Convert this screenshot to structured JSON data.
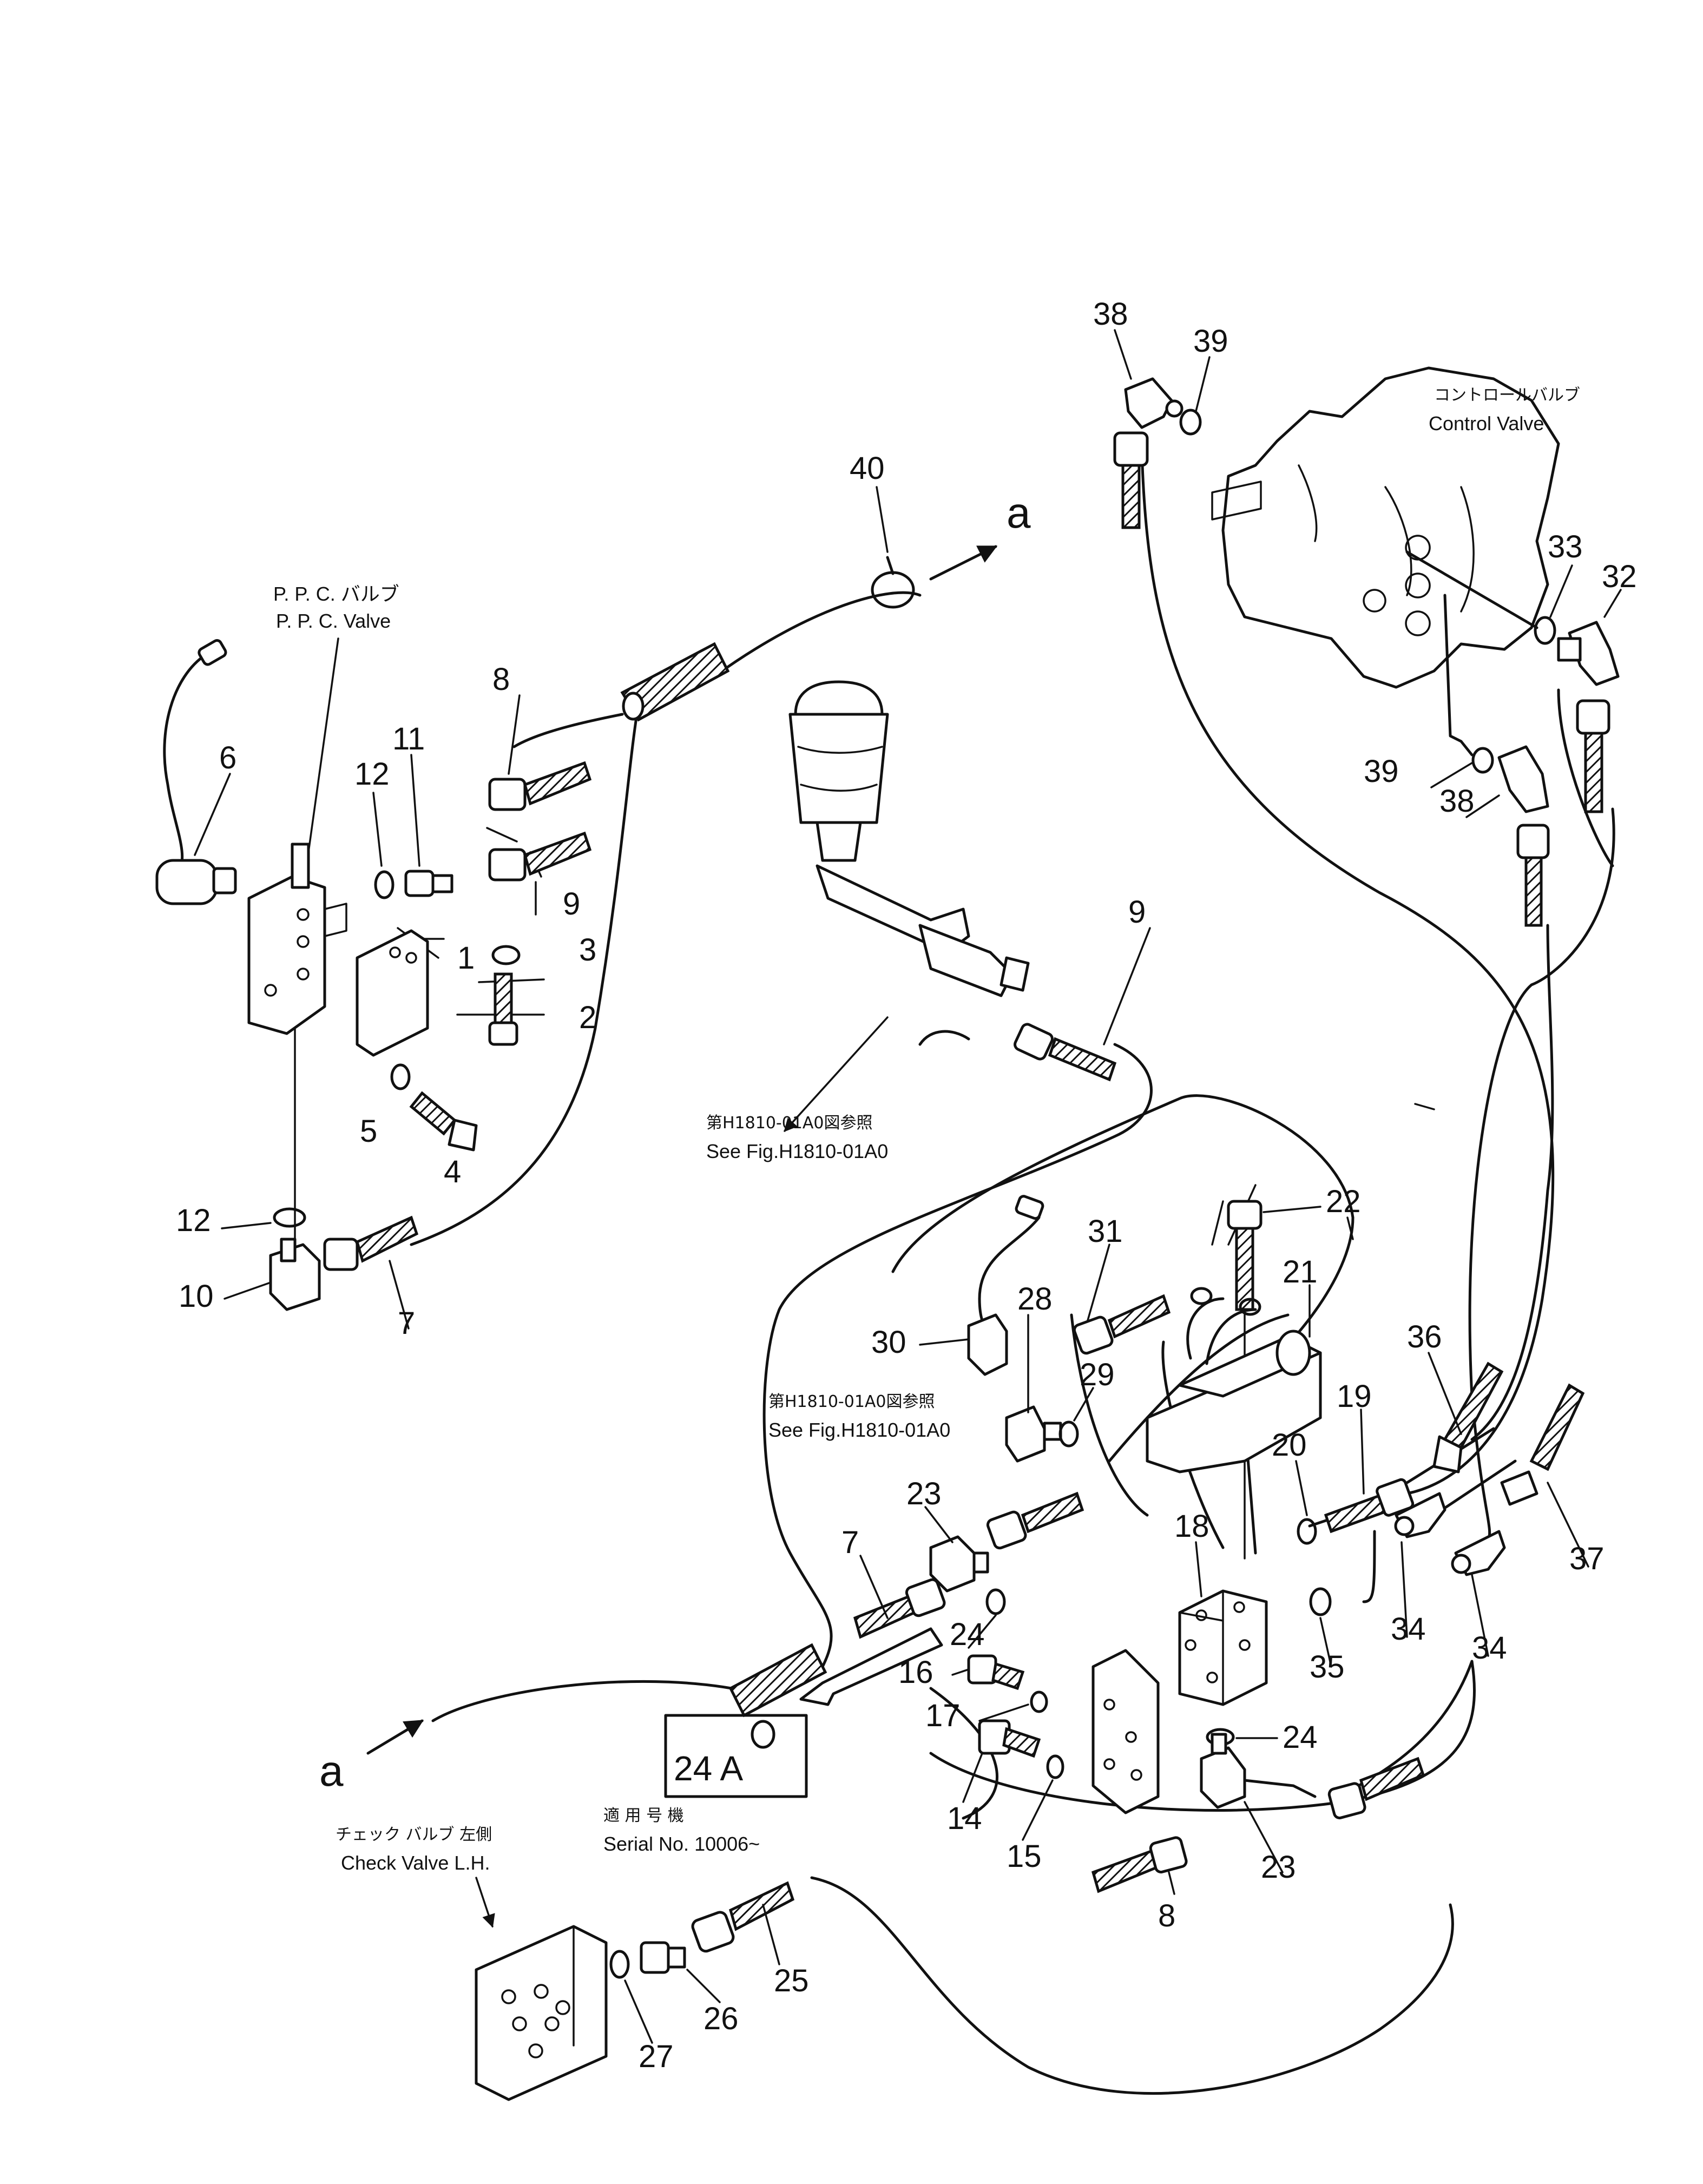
{
  "labels": {
    "ppc_valve_jp": "P. P. C. バルブ",
    "ppc_valve_en": "P. P. C. Valve",
    "control_valve_jp": "コントロールバルブ",
    "control_valve_en": "Control  Valve",
    "see_fig_1_jp": "第H1810-01A0図参照",
    "see_fig_1_en": "See Fig.H1810-01A0",
    "see_fig_2_jp": "第H1810-01A0図参照",
    "see_fig_2_en": "See Fig.H1810-01A0",
    "serial_jp": "適 用 号 機",
    "serial_en": "Serial  No.  10006~",
    "check_valve_jp": "チェック  バルブ  左側",
    "check_valve_en": "Check Valve L.H.",
    "inset_part": "24 A",
    "connection_a_top": "a",
    "connection_a_bottom": "a"
  },
  "part_numbers": {
    "p1": "1",
    "p2": "2",
    "p3": "3",
    "p4": "4",
    "p5": "5",
    "p6": "6",
    "p7_top": "7",
    "p7_mid": "7",
    "p8_top": "8",
    "p8_bot": "8",
    "p9_top": "9",
    "p9_mid": "9",
    "p10": "10",
    "p11": "11",
    "p12_top": "12",
    "p12_bot": "12",
    "p14": "14",
    "p15": "15",
    "p16": "16",
    "p17": "17",
    "p18": "18",
    "p19": "19",
    "p20": "20",
    "p21": "21",
    "p22": "22",
    "p23_top": "23",
    "p23_bot": "23",
    "p24_a": "24",
    "p24_b": "24",
    "p25": "25",
    "p26": "26",
    "p27": "27",
    "p28": "28",
    "p29": "29",
    "p30": "30",
    "p31": "31",
    "p32": "32",
    "p33": "33",
    "p34_a": "34",
    "p34_b": "34",
    "p35": "35",
    "p36": "36",
    "p37": "37",
    "p38_top": "38",
    "p38_bot": "38",
    "p39_top": "39",
    "p39_bot": "39",
    "p40": "40"
  }
}
